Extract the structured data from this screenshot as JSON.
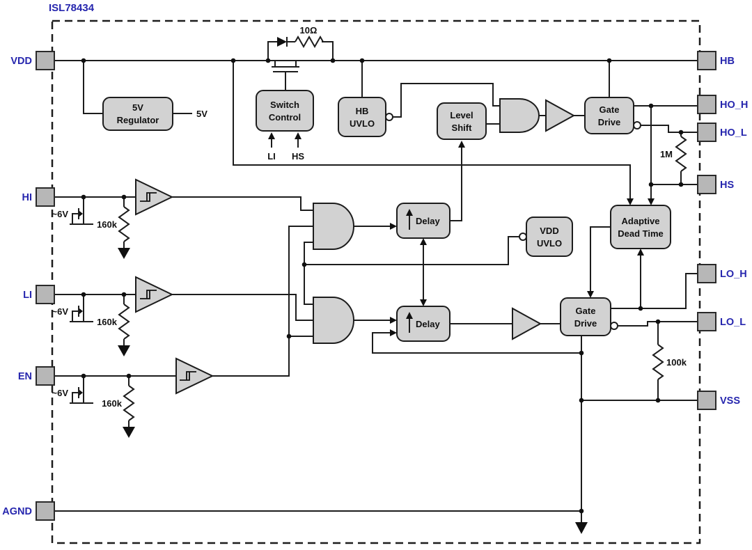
{
  "title": "ISL78434",
  "colors": {
    "pin_label": "#2626ae",
    "block_fill": "#d2d2d2",
    "wire": "#1c1c1c",
    "pad_fill": "#b7b7b7"
  },
  "pins": {
    "left": [
      "VDD",
      "HI",
      "LI",
      "EN",
      "AGND"
    ],
    "right": [
      "HB",
      "HO_H",
      "HO_L",
      "HS",
      "LO_H",
      "LO_L",
      "VSS"
    ]
  },
  "blocks": {
    "regulator": {
      "line1": "5V",
      "line2": "Regulator"
    },
    "switch_control": {
      "line1": "Switch",
      "line2": "Control",
      "input1": "LI",
      "input2": "HS"
    },
    "hb_uvlo": {
      "line1": "HB",
      "line2": "UVLO"
    },
    "level_shift": {
      "line1": "Level",
      "line2": "Shift"
    },
    "gate_drive": {
      "line1": "Gate",
      "line2": "Drive"
    },
    "vdd_uvlo": {
      "line1": "VDD",
      "line2": "UVLO"
    },
    "adaptive_dead_time": {
      "line1": "Adaptive",
      "line2": "Dead Time"
    },
    "delay": {
      "label": "Delay"
    }
  },
  "labels": {
    "bootstrap_resistor": "10Ω",
    "regulator_output": "5V",
    "input_clamp": "~6V",
    "input_pulldown": "160k",
    "ho_pulldown": "1M",
    "lo_pulldown": "100k"
  }
}
